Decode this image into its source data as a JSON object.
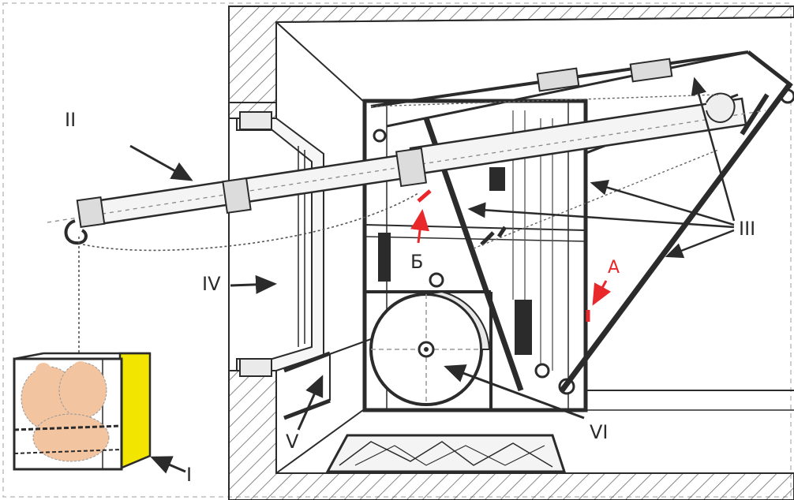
{
  "labels": {
    "I": "I",
    "II": "II",
    "III": "III",
    "IV": "IV",
    "V": "V",
    "VI": "VI",
    "A": "A",
    "B": "Б"
  },
  "colors": {
    "ink": "#2b2b2b",
    "accent_red": "#e8282b",
    "cradle_yellow": "#f2e600",
    "figure_peach": "#f2c4a0",
    "wall_hatch": "#555555",
    "boom_fill": "#f4f4f4"
  }
}
